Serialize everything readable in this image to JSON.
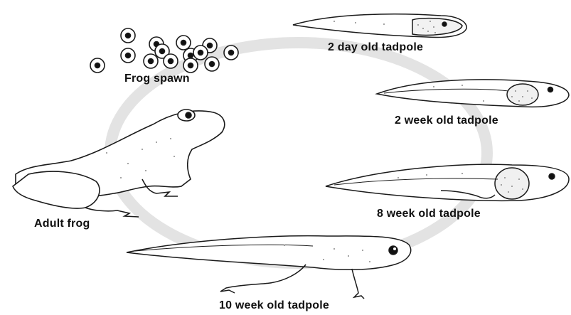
{
  "stages": {
    "frog_spawn": "Frog spawn",
    "two_day": "2 day old tadpole",
    "two_week": "2 week old tadpole",
    "eight_week": "8 week old tadpole",
    "ten_week": "10 week old tadpole",
    "adult": "Adult frog"
  },
  "colors": {
    "cycle_ring": "#e4e4e4",
    "outline": "#1a1a1a"
  }
}
